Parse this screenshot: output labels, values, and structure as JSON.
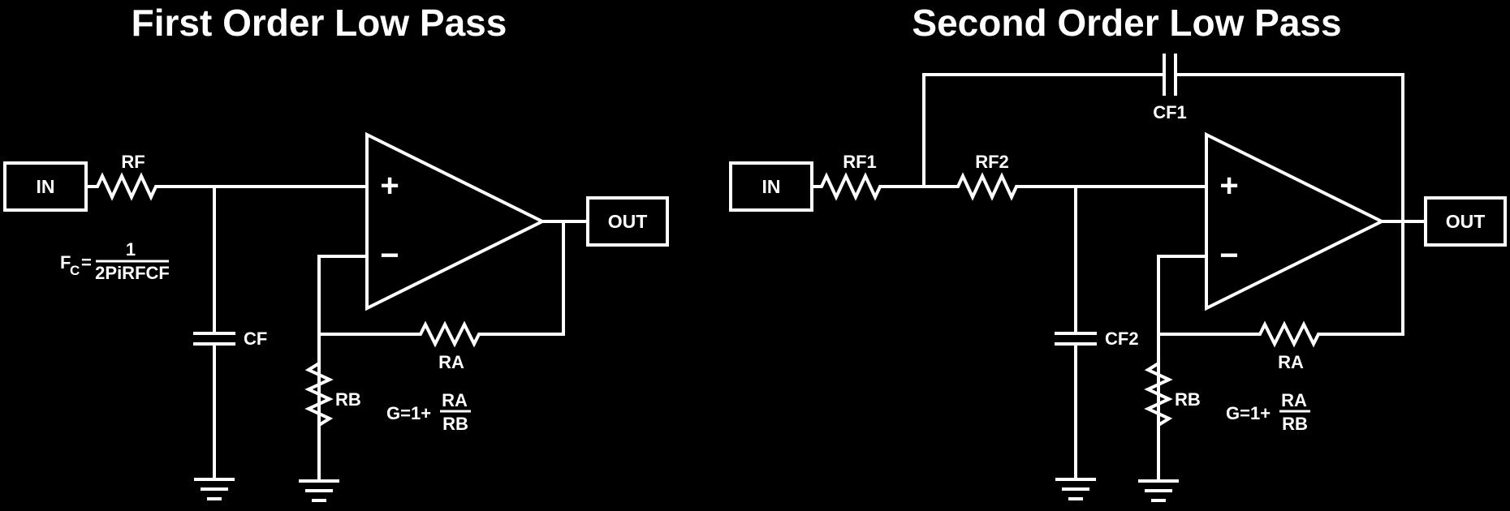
{
  "left": {
    "title": "First Order Low Pass",
    "in_label": "IN",
    "out_label": "OUT",
    "plus": "+",
    "minus": "−",
    "labels": {
      "rf": "RF",
      "cf": "CF",
      "ra": "RA",
      "rb": "RB"
    },
    "fc_formula": {
      "lhs": "F",
      "sub": "C",
      "eq": "=",
      "num": "1",
      "den": "2PiRFCF"
    },
    "gain_formula": {
      "lhs": "G=1+",
      "num": "RA",
      "den": "RB"
    }
  },
  "right": {
    "title": "Second Order Low Pass",
    "in_label": "IN",
    "out_label": "OUT",
    "plus": "+",
    "minus": "−",
    "labels": {
      "rf1": "RF1",
      "rf2": "RF2",
      "cf1": "CF1",
      "cf2": "CF2",
      "ra": "RA",
      "rb": "RB"
    },
    "gain_formula": {
      "lhs": "G=1+",
      "num": "RA",
      "den": "RB"
    }
  }
}
